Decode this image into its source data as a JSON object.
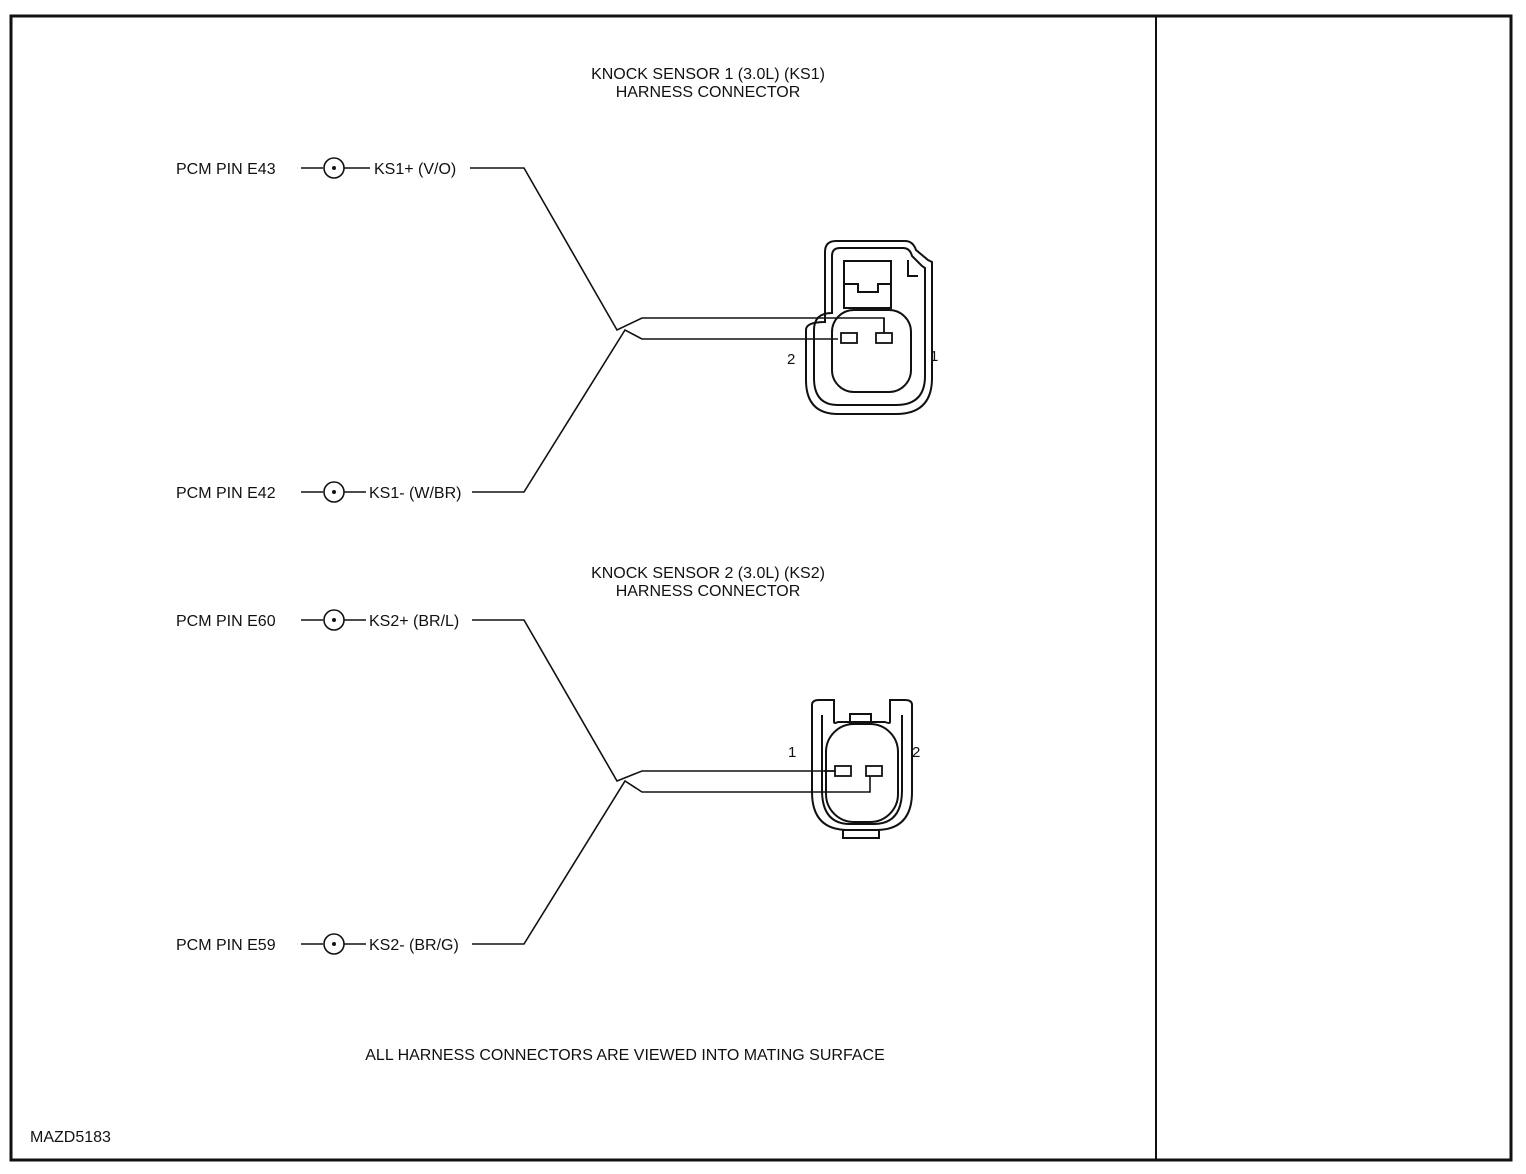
{
  "note": "ALL HARNESS CONNECTORS ARE VIEWED INTO MATING SURFACE",
  "figure_id": "MAZD5183",
  "connectors": [
    {
      "title_line1": "KNOCK SENSOR 1 (3.0L) (KS1)",
      "title_line2": "HARNESS CONNECTOR",
      "pins": [
        {
          "pcm": "PCM PIN E43",
          "wire": "KS1+ (V/O)"
        },
        {
          "pcm": "PCM PIN E42",
          "wire": "KS1- (W/BR)"
        }
      ],
      "pin_numbers": {
        "left": "2",
        "right": "1"
      }
    },
    {
      "title_line1": "KNOCK SENSOR 2 (3.0L) (KS2)",
      "title_line2": "HARNESS CONNECTOR",
      "pins": [
        {
          "pcm": "PCM PIN E60",
          "wire": "KS2+ (BR/L)"
        },
        {
          "pcm": "PCM PIN E59",
          "wire": "KS2- (BR/G)"
        }
      ],
      "pin_numbers": {
        "left": "1",
        "right": "2"
      }
    }
  ]
}
